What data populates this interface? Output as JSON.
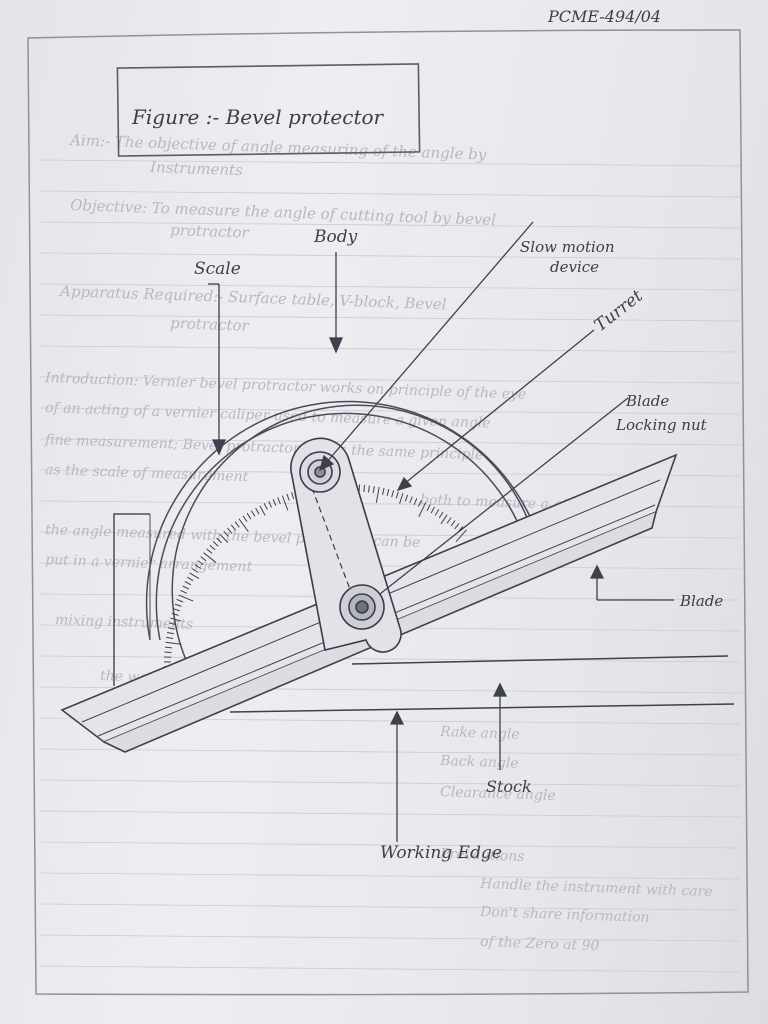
{
  "header": {
    "code": "PCME-494/04"
  },
  "title": {
    "text": "Figure :- Bevel protector"
  },
  "labels": {
    "body": "Body",
    "scale": "Scale",
    "slow_motion_line1": "Slow motion",
    "slow_motion_line2": "device",
    "turret": "Turret",
    "blade_locking_line1": "Blade",
    "blade_locking_line2": "Locking nut",
    "blade": "Blade",
    "stock": "Stock",
    "working_edge": "Working Edge"
  },
  "bleed_through": [
    "Aim:- The objective of angle measuring of the angle by",
    "Instruments",
    "Objective: To measure the angle of cutting tool by bevel",
    "protractor",
    "Apparatus Required:- Surface table, V-block, Bevel",
    "protractor",
    "Introduction: Vernier bevel protractor works on principle of the eye",
    "of an acting of a vernier caliper used to measure a given angle",
    "fine measurement; Bevel protractor works the same principle",
    "as the scale of measurement",
    "both to measure a given angle",
    "the angle measured with the bevel protractor can be",
    "put in a vernier arrangement",
    "mixing instruments",
    "the working scale of",
    "Rake angle",
    "Back angle",
    "Clearance angle",
    "Precautions",
    "Handle the instrument with care",
    "Don't share information",
    "of the Zero at 90"
  ]
}
